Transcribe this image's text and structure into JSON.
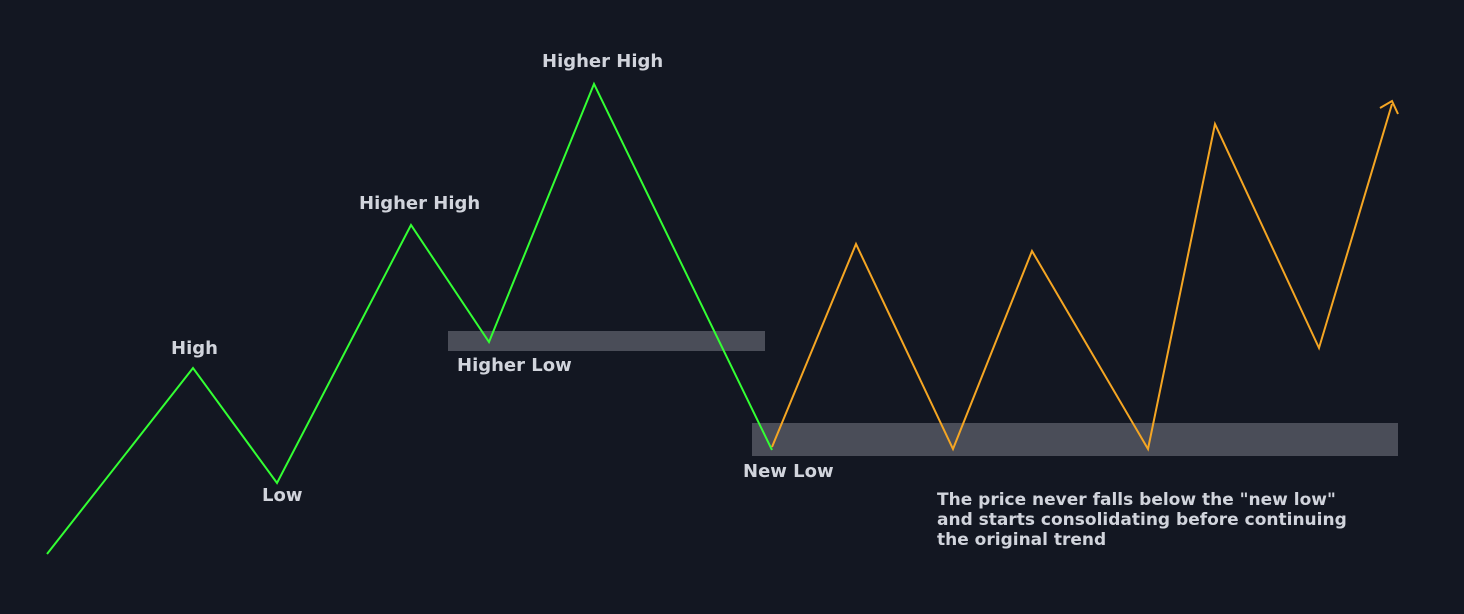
{
  "colors": {
    "background": "#131722",
    "uptrend_line": "#33ff33",
    "continuation_line": "#f5a623",
    "zone_fill": "#5d606b",
    "text": "#d1d4dc"
  },
  "labels": {
    "high": "High",
    "low": "Low",
    "higher_high_1": "Higher High",
    "higher_high_2": "Higher High",
    "higher_low": "Higher Low",
    "new_low": "New Low"
  },
  "note": {
    "line1": "The price never falls below the \"new low\"",
    "line2": "and starts consolidating before continuing",
    "line3": "the original trend"
  }
}
